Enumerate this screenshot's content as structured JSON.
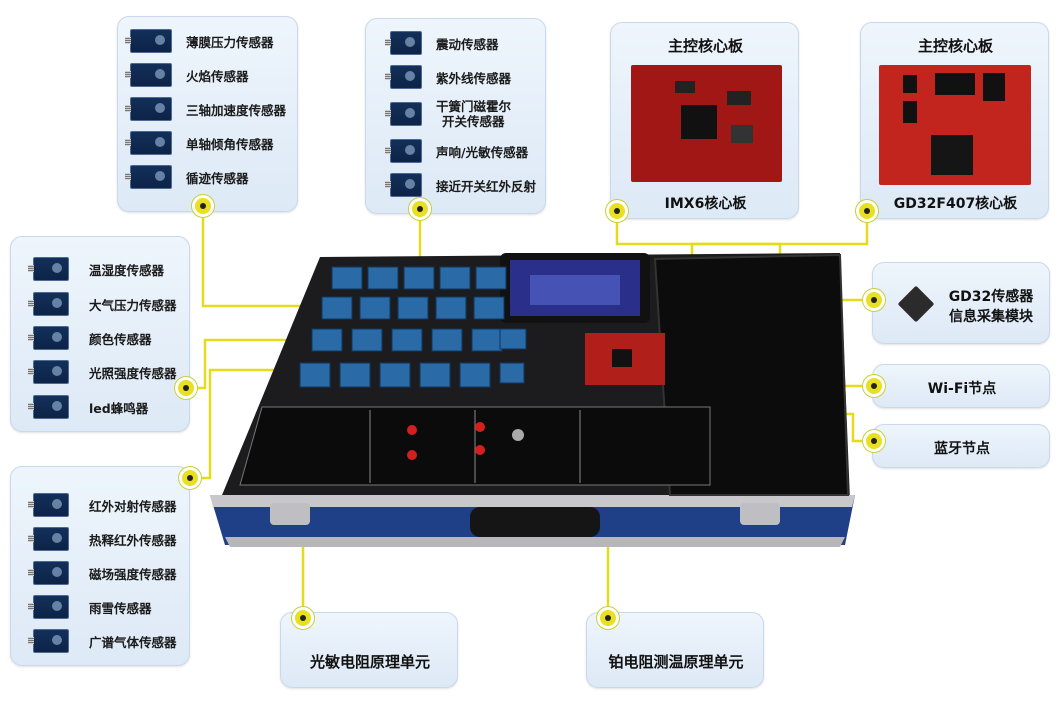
{
  "panels": {
    "top_left": [
      "薄膜压力传感器",
      "火焰传感器",
      "三轴加速度传感器",
      "单轴倾角传感器",
      "循迹传感器"
    ],
    "top_mid": [
      "震动传感器",
      "紫外线传感器",
      "干簧门磁霍尔",
      "开关传感器",
      "声响/光敏传感器",
      "接近开关红外反射"
    ],
    "mid_left": [
      "温湿度传感器",
      "大气压力传感器",
      "颜色传感器",
      "光照强度传感器",
      "led蜂鸣器"
    ],
    "bot_left": [
      "红外对射传感器",
      "热释红外传感器",
      "磁场强度传感器",
      "雨雪传感器",
      "广谱气体传感器"
    ]
  },
  "core_boards": {
    "left_title": "主控核心板",
    "left_caption": "IMX6核心板",
    "right_title": "主控核心板",
    "right_caption": "GD32F407核心板"
  },
  "right_labels": {
    "gd32_line1": "GD32传感器",
    "gd32_line2": "信息采集模块",
    "wifi": "Wi-Fi节点",
    "bluetooth": "蓝牙节点"
  },
  "bottom_labels": {
    "photo": "光敏电阻原理单元",
    "platinum": "铂电阻测温原理单元"
  },
  "colors": {
    "accent_yellow": "#e8e020",
    "panel_bg": "#e4eef8",
    "board_red": "#a11716",
    "case_blue": "#1f3f86"
  }
}
